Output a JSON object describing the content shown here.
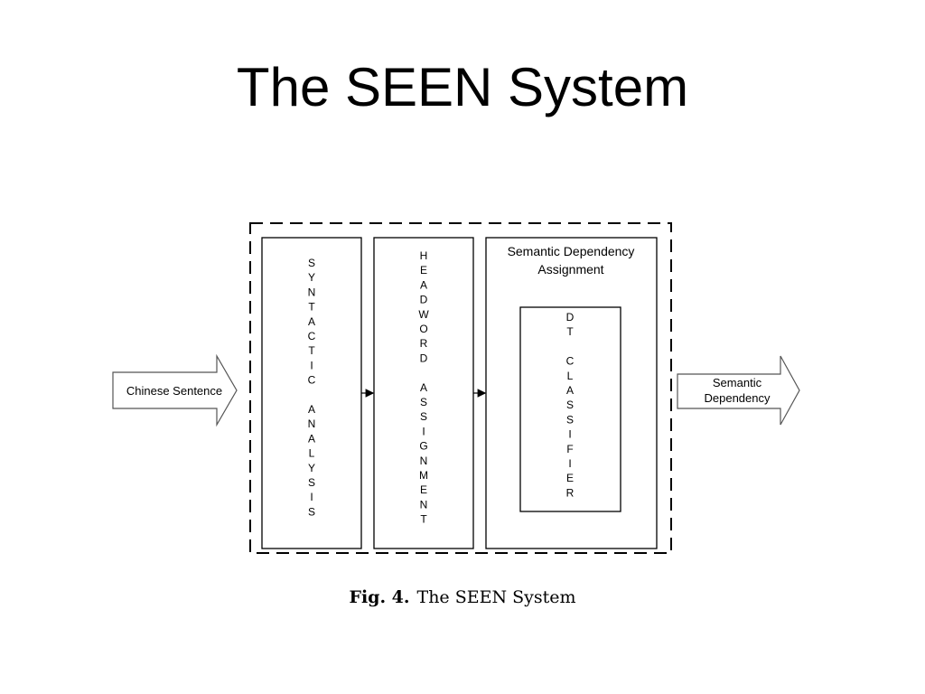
{
  "slide": {
    "title": "The SEEN System"
  },
  "diagram": {
    "input_label": "Chinese Sentence",
    "syntactic_letters": [
      "S",
      "Y",
      "N",
      "T",
      "A",
      "C",
      "T",
      "I",
      "C",
      "",
      "A",
      "N",
      "A",
      "L",
      "Y",
      "S",
      "I",
      "S"
    ],
    "headword_letters": [
      "H",
      "E",
      "A",
      "D",
      "W",
      "O",
      "R",
      "D",
      "",
      "A",
      "S",
      "S",
      "I",
      "G",
      "N",
      "M",
      "E",
      "N",
      "T"
    ],
    "sda_title_line1": "Semantic Dependency",
    "sda_title_line2": "Assignment",
    "dt_letters": [
      "D",
      "T",
      "",
      "C",
      "L",
      "A",
      "S",
      "S",
      "I",
      "F",
      "I",
      "E",
      "R"
    ],
    "output_line1": "Semantic",
    "output_line2": "Dependency"
  },
  "caption": {
    "label": "Fig. 4.",
    "text": "The SEEN System"
  }
}
